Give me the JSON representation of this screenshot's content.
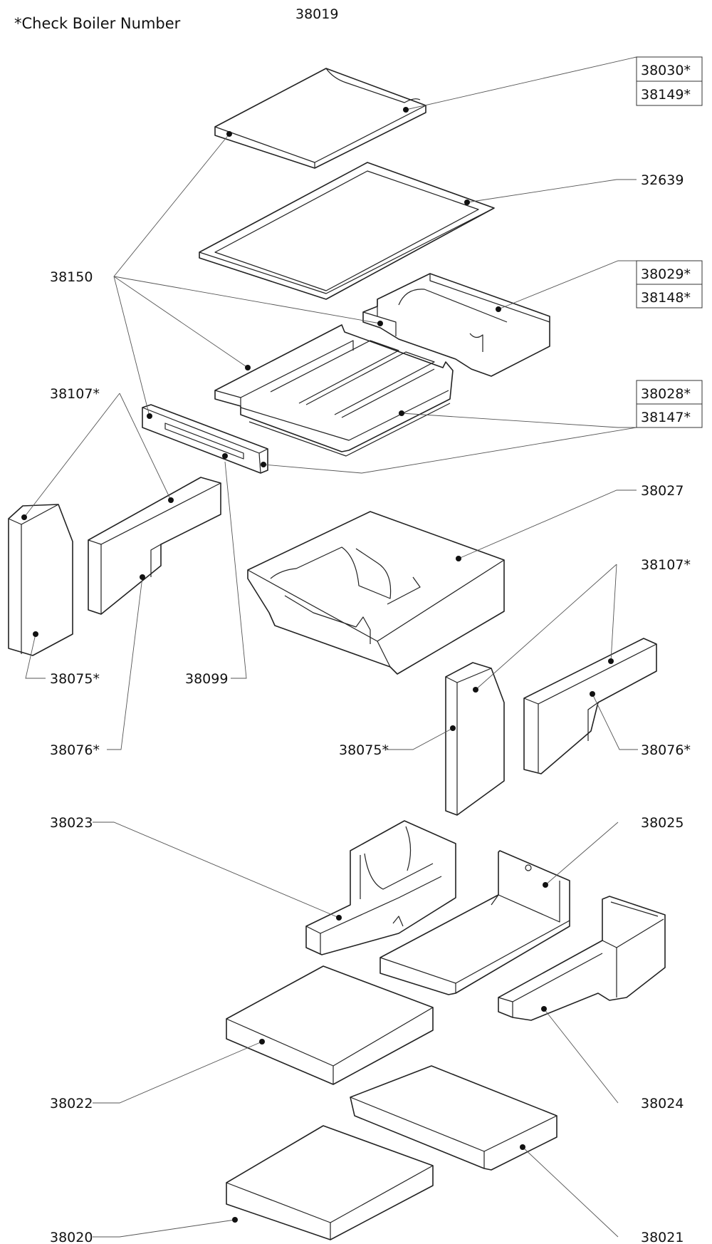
{
  "header": {
    "note": "*Check Boiler Number",
    "assembly_number": "38019"
  },
  "labels": {
    "l38030": "38030*",
    "l38149": "38149*",
    "l32639": "32639",
    "l38029": "38029*",
    "l38148": "38148*",
    "l38150": "38150",
    "l38028": "38028*",
    "l38147": "38147*",
    "l38107a": "38107*",
    "l38027": "38027",
    "l38107b": "38107*",
    "l38075a": "38075*",
    "l38099": "38099",
    "l38076a": "38076*",
    "l38075b": "38075*",
    "l38076b": "38076*",
    "l38023": "38023",
    "l38025": "38025",
    "l38022": "38022",
    "l38024": "38024",
    "l38020": "38020",
    "l38021": "38021"
  }
}
